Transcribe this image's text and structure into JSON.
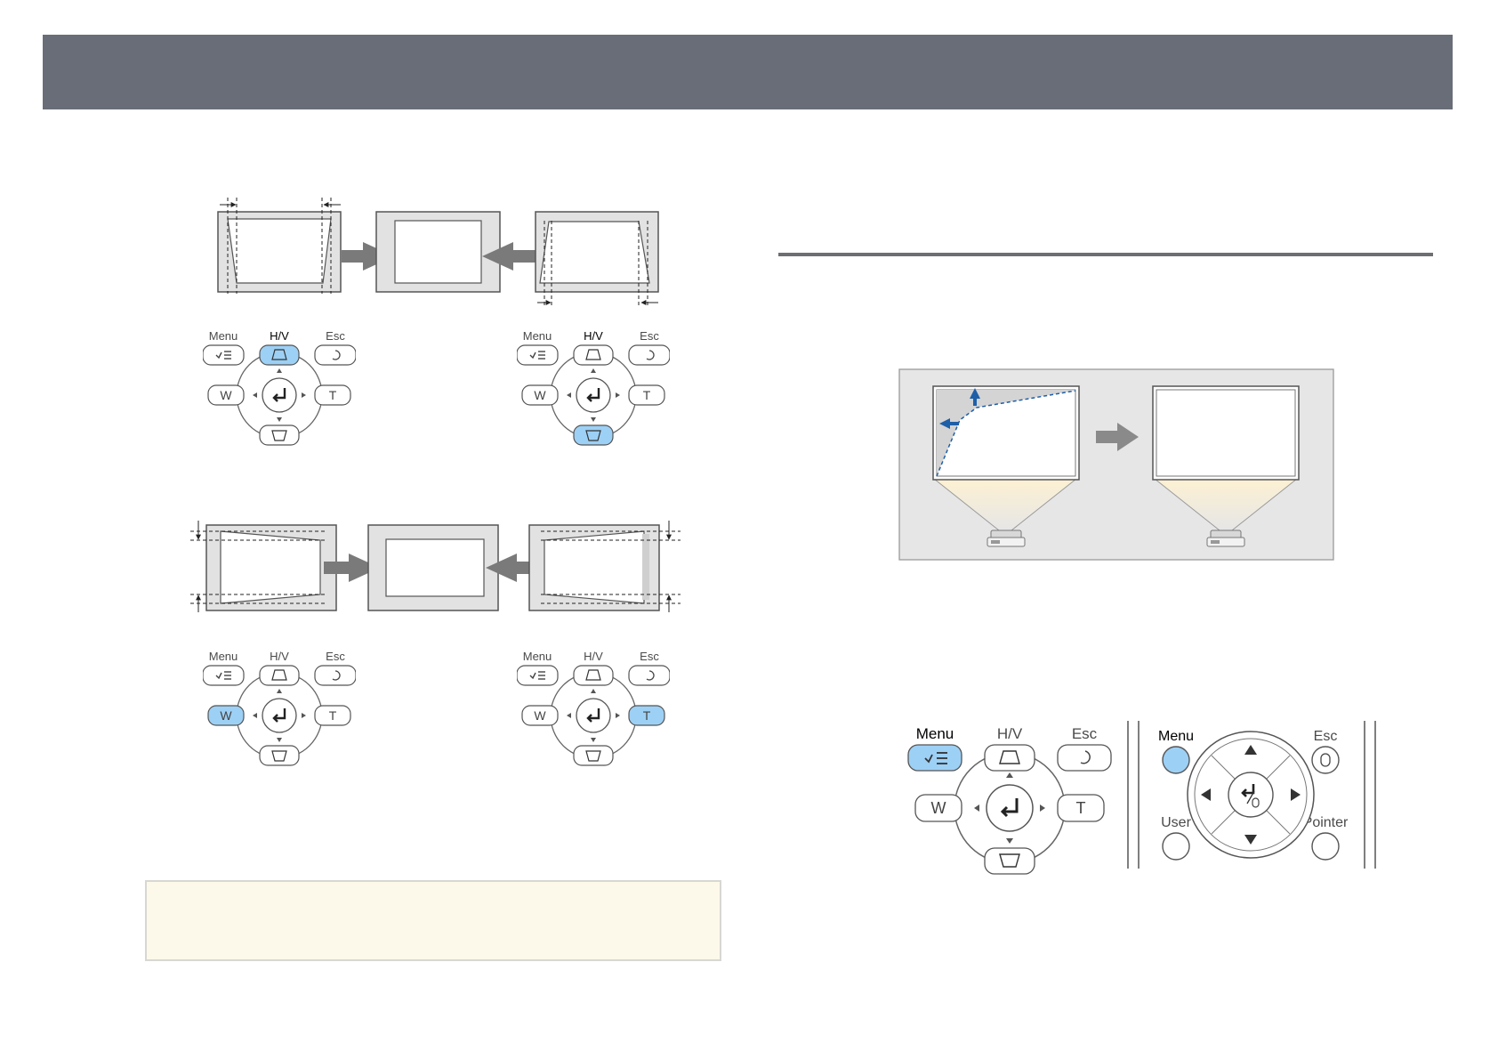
{
  "controls": {
    "menu": "Menu",
    "hv": "H/V",
    "esc": "Esc",
    "w": "W",
    "t": "T",
    "user": "User",
    "pointer": "Pointer"
  },
  "colors": {
    "header": "#696d77",
    "highlight": "#9dd0f5",
    "note_bg": "#fdf9ea",
    "rule": "#6d6e71",
    "panel_bg": "#e6e6e6"
  },
  "icons": [
    "menu-list-icon",
    "keystone-up-icon",
    "keystone-down-icon",
    "esc-return-icon",
    "enter-icon",
    "arrow-right-icon",
    "arrow-left-icon"
  ]
}
